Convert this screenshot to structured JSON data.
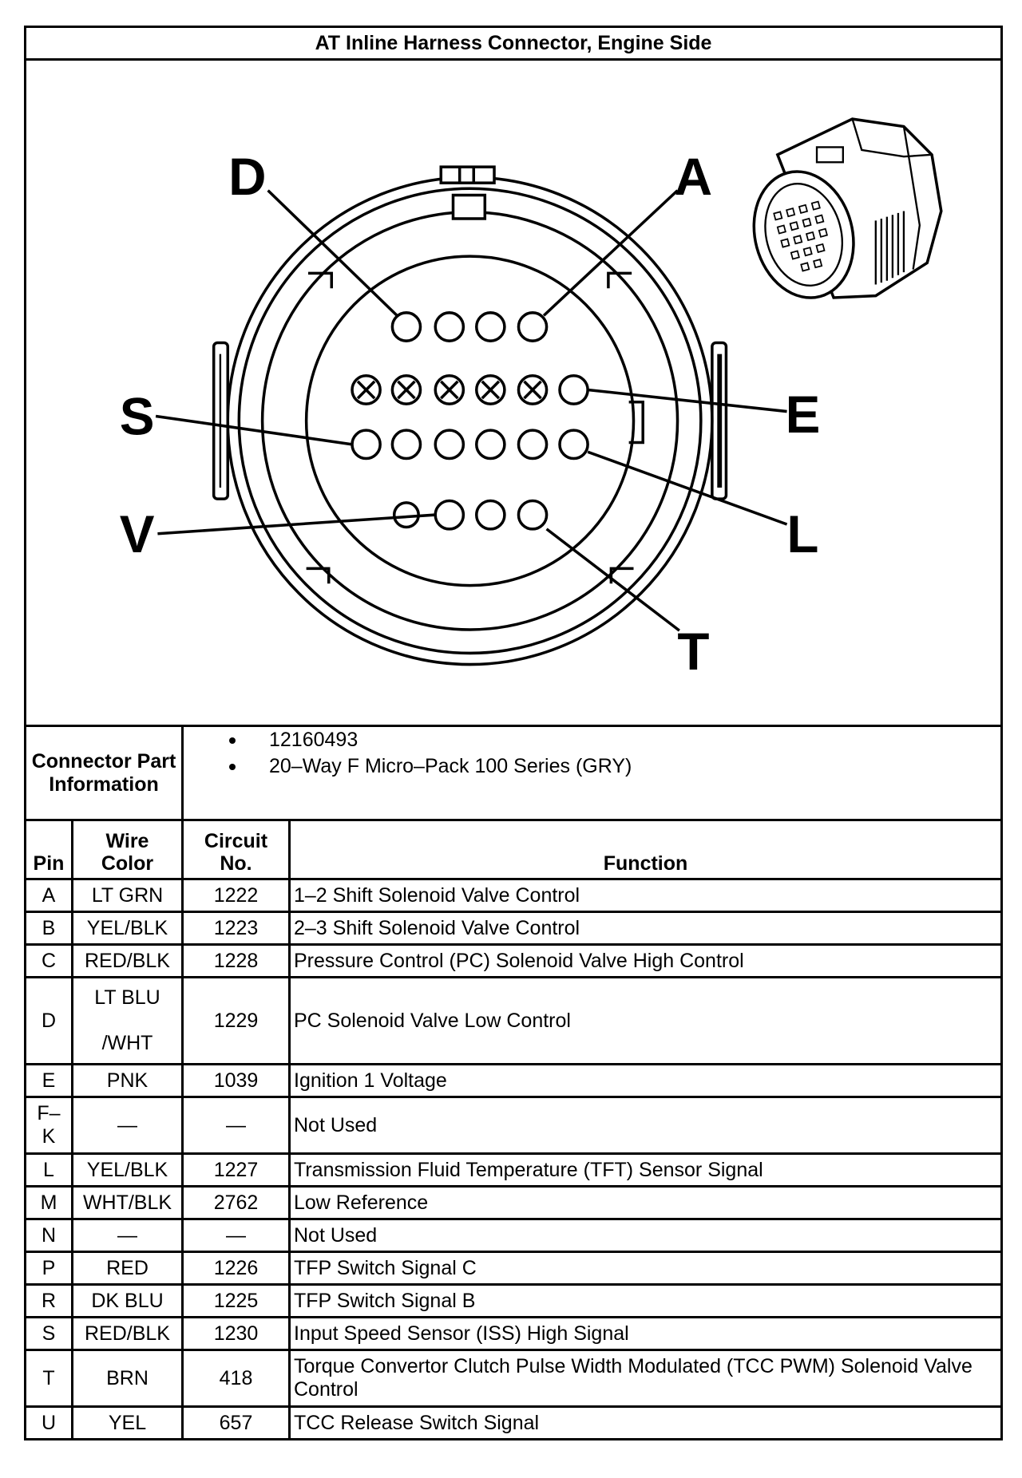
{
  "title": "AT Inline Harness Connector, Engine Side",
  "diagram": {
    "callouts": {
      "D": "D",
      "A": "A",
      "S": "S",
      "E": "E",
      "V": "V",
      "L": "L",
      "T": "T"
    }
  },
  "part_info": {
    "label": "Connector Part Information",
    "items": [
      "12160493",
      "20–Way F Micro–Pack 100 Series (GRY)"
    ]
  },
  "pinout": {
    "headers": {
      "pin": "Pin",
      "wire_color": "Wire Color",
      "circuit": "Circuit No.",
      "function": "Function"
    },
    "rows": [
      {
        "pin": "A",
        "wire": "LT GRN",
        "circuit": "1222",
        "function": "1–2 Shift Solenoid Valve Control"
      },
      {
        "pin": "B",
        "wire": "YEL/BLK",
        "circuit": "1223",
        "function": "2–3 Shift Solenoid Valve Control"
      },
      {
        "pin": "C",
        "wire": "RED/BLK",
        "circuit": "1228",
        "function": "Pressure Control (PC) Solenoid Valve High Control"
      },
      {
        "pin": "D",
        "wire": "LT BLU\n\n/WHT",
        "circuit": "1229",
        "function": "PC Solenoid Valve Low Control"
      },
      {
        "pin": "E",
        "wire": "PNK",
        "circuit": "1039",
        "function": "Ignition 1 Voltage"
      },
      {
        "pin": "F–K",
        "wire": "—",
        "circuit": "—",
        "function": "Not Used"
      },
      {
        "pin": "L",
        "wire": "YEL/BLK",
        "circuit": "1227",
        "function": "Transmission Fluid Temperature (TFT) Sensor Signal"
      },
      {
        "pin": "M",
        "wire": "WHT/BLK",
        "circuit": "2762",
        "function": "Low Reference"
      },
      {
        "pin": "N",
        "wire": "—",
        "circuit": "—",
        "function": "Not Used"
      },
      {
        "pin": "P",
        "wire": "RED",
        "circuit": "1226",
        "function": "TFP Switch Signal C"
      },
      {
        "pin": "R",
        "wire": "DK BLU",
        "circuit": "1225",
        "function": "TFP Switch Signal B"
      },
      {
        "pin": "S",
        "wire": "RED/BLK",
        "circuit": "1230",
        "function": "Input Speed Sensor (ISS) High Signal"
      },
      {
        "pin": "T",
        "wire": "BRN",
        "circuit": "418",
        "function": "Torque Convertor Clutch Pulse Width Modulated (TCC PWM) Solenoid Valve Control"
      },
      {
        "pin": "U",
        "wire": "YEL",
        "circuit": "657",
        "function": "TCC Release Switch Signal"
      }
    ]
  }
}
